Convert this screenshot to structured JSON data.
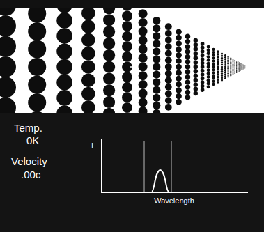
{
  "diagram": {
    "labels": [
      "Temp.",
      "0K",
      "Velocity",
      ".00c",
      "I",
      "Wavelength"
    ]
  }
}
